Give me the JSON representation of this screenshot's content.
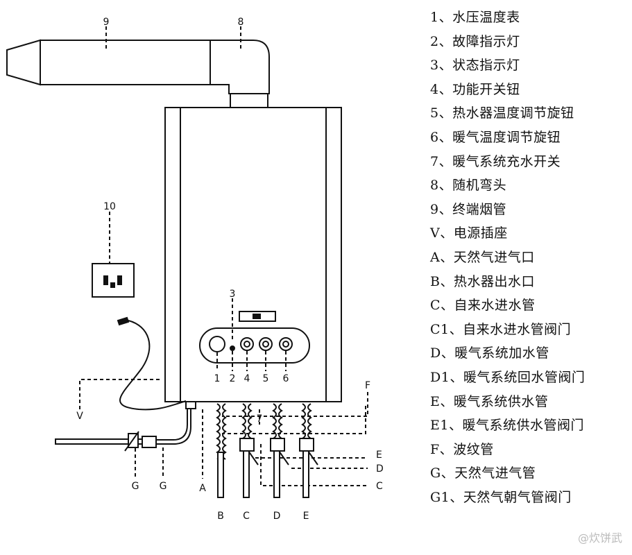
{
  "diagram": {
    "callouts": {
      "n1": "1",
      "n2": "2",
      "n3": "3",
      "n4": "4",
      "n5": "5",
      "n6": "6",
      "n7": "7",
      "n8": "8",
      "n9": "9",
      "n10": "10",
      "V": "V",
      "F": "F",
      "A": "A",
      "B": "B",
      "C": "C",
      "D": "D",
      "E": "E",
      "G1": "G",
      "G2": "G",
      "C_right": "C",
      "D_right": "D",
      "E_right": "E"
    }
  },
  "legend": {
    "items": [
      {
        "code": "1、",
        "text": "水压温度表"
      },
      {
        "code": "2、",
        "text": "故障指示灯"
      },
      {
        "code": "3、",
        "text": "状态指示灯"
      },
      {
        "code": "4、",
        "text": "功能开关钮"
      },
      {
        "code": "5、",
        "text": "热水器温度调节旋钮"
      },
      {
        "code": "6、",
        "text": "暖气温度调节旋钮"
      },
      {
        "code": "7、",
        "text": "暖气系统充水开关"
      },
      {
        "code": "8、",
        "text": "随机弯头"
      },
      {
        "code": "9、",
        "text": "终端烟管"
      },
      {
        "code": "V、",
        "text": "电源插座"
      },
      {
        "code": "A、",
        "text": "天然气进气口"
      },
      {
        "code": "B、",
        "text": "热水器出水口"
      },
      {
        "code": "C、",
        "text": "自来水进水管"
      },
      {
        "code": "C1、",
        "text": "自来水进水管阀门"
      },
      {
        "code": "D、",
        "text": "暖气系统加水管"
      },
      {
        "code": "D1、",
        "text": "暖气系统回水管阀门"
      },
      {
        "code": "E、",
        "text": "暖气系统供水管"
      },
      {
        "code": "E1、",
        "text": "暖气系统供水管阀门"
      },
      {
        "code": "F、",
        "text": "波纹管"
      },
      {
        "code": "G、",
        "text": "天然气进气管"
      },
      {
        "code": "G1、",
        "text": "天然气朝气管阀门"
      }
    ]
  },
  "watermark": "@炊饼武"
}
